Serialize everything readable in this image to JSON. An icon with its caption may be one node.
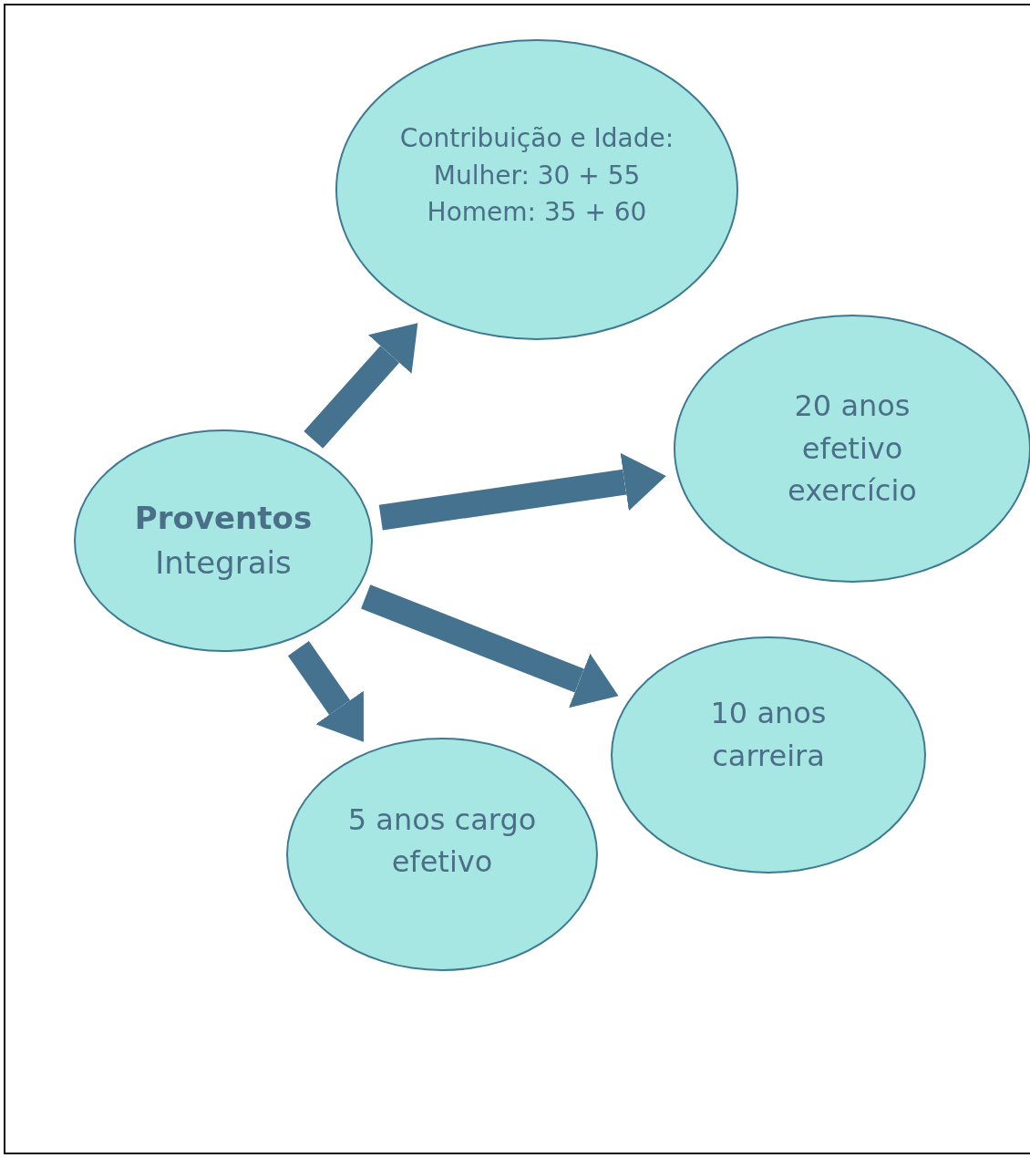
{
  "diagram": {
    "nodes": [
      {
        "text": [
          "Proventos",
          "Integrais"
        ]
      },
      {
        "text": [
          "Contribuição e Idade:",
          "Mulher: 30 + 55",
          "Homem: 35 + 60"
        ]
      },
      {
        "text": [
          "20 anos efetivo exercício"
        ]
      },
      {
        "text": [
          "10 anos carreira"
        ]
      },
      {
        "text": [
          "5 anos cargo efetivo"
        ]
      }
    ],
    "edges": [
      {
        "from": 0,
        "to": 1,
        "arrow": "to"
      },
      {
        "from": 0,
        "to": 2,
        "arrow": "to"
      },
      {
        "from": 0,
        "to": 3,
        "arrow": "to"
      },
      {
        "from": 0,
        "to": 4,
        "arrow": "to"
      }
    ]
  }
}
